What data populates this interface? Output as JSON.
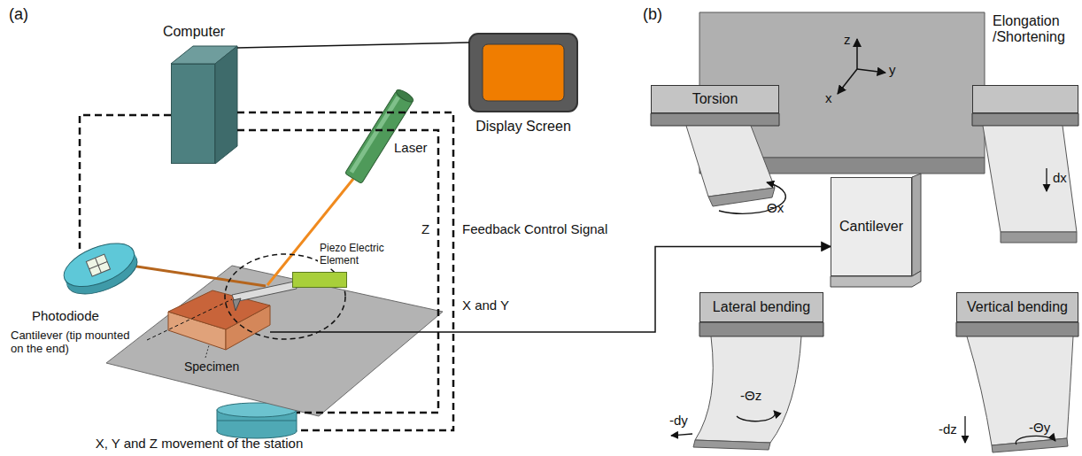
{
  "diagram": {
    "nodes": [
      {
        "text": [
          "Computer"
        ]
      },
      {
        "text": [
          "Display Screen"
        ]
      },
      {
        "text": [
          "Laser"
        ]
      },
      {
        "text": [
          "Photodiode"
        ]
      },
      {
        "text": [
          "Piezo Electric Element"
        ]
      },
      {
        "text": [
          "Specimen"
        ]
      },
      {
        "text": [
          "X, Y and Z movement of the station"
        ]
      },
      {
        "text": [
          "Torsion"
        ]
      },
      {
        "text": [
          "Elongation /Shortening"
        ]
      },
      {
        "text": [
          "Cantilever"
        ]
      },
      {
        "text": [
          "Lateral bending"
        ]
      },
      {
        "text": [
          "Vertical bending"
        ]
      }
    ],
    "edges": [
      {
        "from": 0,
        "to": 1,
        "arrow": "none"
      },
      {
        "from": 0,
        "to": 3,
        "arrow": "none"
      },
      {
        "from": 0,
        "to": 6,
        "label": "Z",
        "arrow": "none"
      },
      {
        "from": 0,
        "to": 6,
        "label": "X and Y",
        "arrow": "none"
      },
      {
        "from": 5,
        "to": 9,
        "arrow": "to"
      }
    ],
    "labels": [
      "(a)",
      "(b)",
      "Feedback Control Signal",
      "Cantilever (tip mounted on the end)",
      "z",
      "y",
      "x",
      "Θx",
      "dx",
      "-dy",
      "-Θz",
      "-dz",
      "-Θy"
    ]
  }
}
